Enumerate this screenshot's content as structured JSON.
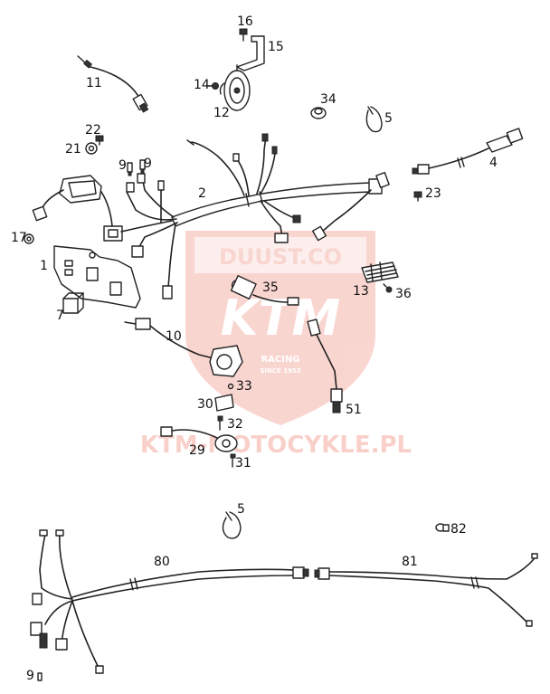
{
  "watermark": {
    "logo_top": "DUUST.CO",
    "logo_main": "KTM",
    "logo_sub": "RACING",
    "logo_since": "SINCE 1953",
    "site": "KTM-MOTOCYKLE.PL",
    "color": "#e8462e"
  },
  "callouts": [
    {
      "id": "c16",
      "text": "16"
    },
    {
      "id": "c15",
      "text": "15"
    },
    {
      "id": "c11",
      "text": "11"
    },
    {
      "id": "c14",
      "text": "14"
    },
    {
      "id": "c12",
      "text": "12"
    },
    {
      "id": "c34",
      "text": "34"
    },
    {
      "id": "c5a",
      "text": "5"
    },
    {
      "id": "c22",
      "text": "22"
    },
    {
      "id": "c21",
      "text": "21"
    },
    {
      "id": "c9a",
      "text": "9"
    },
    {
      "id": "c9b",
      "text": "9"
    },
    {
      "id": "c2",
      "text": "2"
    },
    {
      "id": "c4",
      "text": "4"
    },
    {
      "id": "c23",
      "text": "23"
    },
    {
      "id": "c17",
      "text": "17"
    },
    {
      "id": "c1",
      "text": "1"
    },
    {
      "id": "c35",
      "text": "35"
    },
    {
      "id": "c13",
      "text": "13"
    },
    {
      "id": "c36",
      "text": "36"
    },
    {
      "id": "c7",
      "text": "7"
    },
    {
      "id": "c10",
      "text": "10"
    },
    {
      "id": "c33",
      "text": "33"
    },
    {
      "id": "c30",
      "text": "30"
    },
    {
      "id": "c51",
      "text": "51"
    },
    {
      "id": "c32",
      "text": "32"
    },
    {
      "id": "c29",
      "text": "29"
    },
    {
      "id": "c31",
      "text": "31"
    },
    {
      "id": "c5b",
      "text": "5"
    },
    {
      "id": "c82",
      "text": "82"
    },
    {
      "id": "c80",
      "text": "80"
    },
    {
      "id": "c81",
      "text": "81"
    },
    {
      "id": "c9c",
      "text": "9"
    }
  ]
}
